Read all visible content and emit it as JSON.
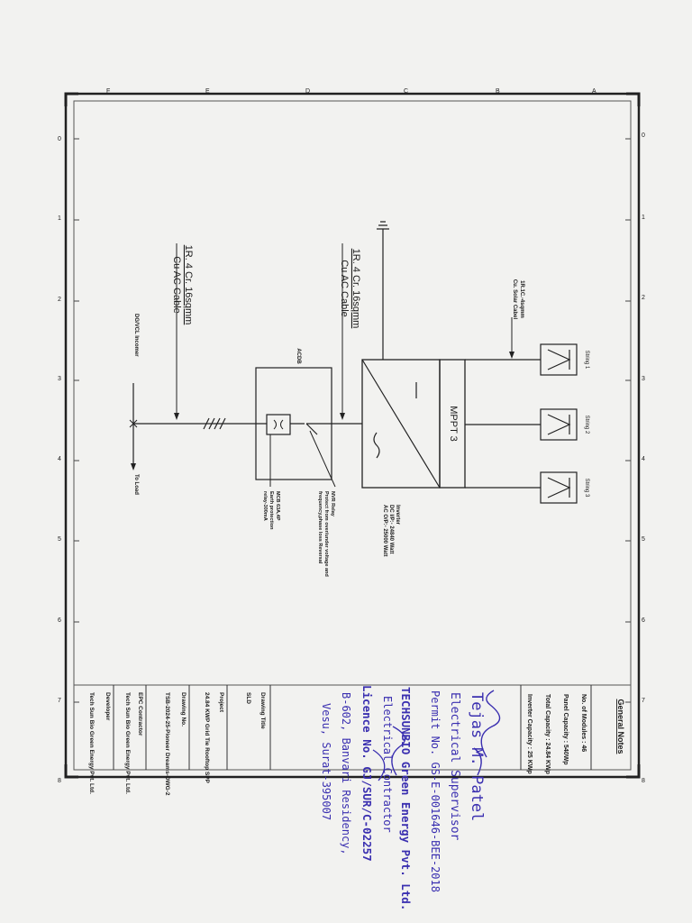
{
  "border": {
    "top_letters": [
      "F",
      "E",
      "D",
      "C",
      "B",
      "A"
    ],
    "side_numbers": [
      "0",
      "1",
      "2",
      "3",
      "4",
      "5",
      "6",
      "7",
      "8"
    ]
  },
  "strings": [
    {
      "label": "String 1"
    },
    {
      "label": "String 2"
    },
    {
      "label": "String 3"
    }
  ],
  "cables": {
    "solar": [
      "1R.1C.-4sqmm",
      "Cu. Solar Cabel"
    ],
    "ac_inverter": [
      "1R. 4 Cr. 16sqmm",
      "Cu AC Cable"
    ],
    "ac_main": [
      "1R. 4 Cr. 16sqmm",
      "Cu AC Cable"
    ]
  },
  "inverter": {
    "mppt": "MPPT 3",
    "note": [
      "Inverter",
      "DC I/P:- 24840 Watt",
      "AC O/P:- 25000 Watt"
    ]
  },
  "acdb": {
    "label": "ACDB"
  },
  "nvr_note": [
    "NVR Relay",
    "Protect from over/under voltage and",
    "frequency,phase loss Reversal"
  ],
  "mcb_note": [
    "MCB 63A,4P",
    "Earth protection",
    "relay-300mA"
  ],
  "dg_label": "DG/VCL Incomer",
  "to_load": "To Load",
  "general_notes": {
    "heading": "General Notes",
    "items": [
      "No. of Modules : 46",
      "Panel Capacity : 540Wp",
      "Total Capacity : 24.84 KWp",
      "Inverter Capacity : 25 KWp"
    ]
  },
  "stamp1": {
    "name": "Tejas M. Patel",
    "role": "Electrical Supervisor",
    "permit": "Permit No. GS-E-001646-BEE-2018"
  },
  "stamp2": {
    "company": "TECHSUNBIO Green Energy Pvt. Ltd.",
    "role": "Electrical Contractor",
    "licence": "Licence No. GJ/SUR/C-02257",
    "addr1": "B-602, Banvari Residency,",
    "addr2": "Vesu, Surat-395007"
  },
  "title_block": {
    "drawing_title_label": "Drawing Title",
    "drawing_title": "SLD",
    "project_label": "Project",
    "project": "24.84 KWP Grid Tie Rooftop SPP",
    "drawing_no_label": "Drawing No.",
    "drawing_no": "TSB-2024-25-Pioneer Dreams-DWG-2",
    "epc_label": "EPC Contractor",
    "epc": "Tech Sun Bio Green Energy Pvt. Ltd.",
    "developer_label": "Developer",
    "developer": "Tech Sun Bio Green Energy Pvt. Ltd."
  }
}
